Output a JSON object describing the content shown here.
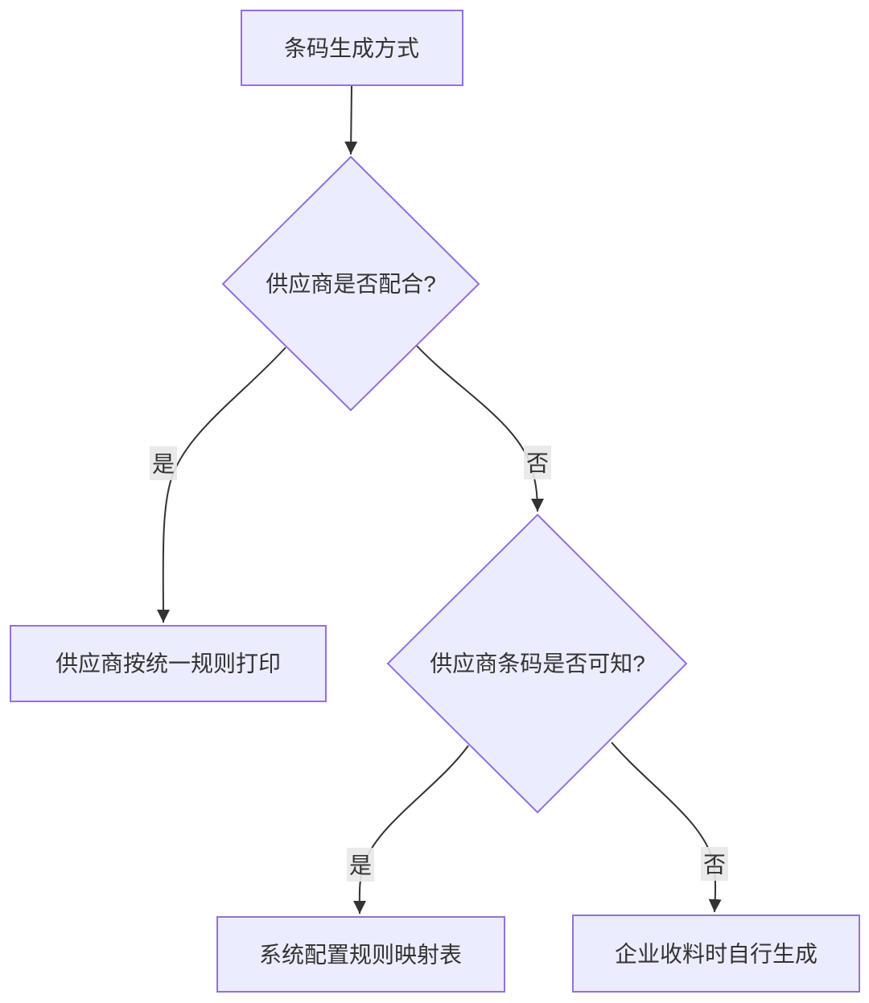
{
  "diagram": {
    "type": "flowchart",
    "direction": "top-down",
    "colors": {
      "node_fill": "#ECECFF",
      "node_border": "#9370DB",
      "edge_color": "#333333",
      "text_color": "#333333",
      "edge_label_background": "#e8e8e8",
      "canvas_background": "#ffffff"
    },
    "nodes": [
      {
        "id": "start",
        "shape": "rectangle",
        "label": "条码生成方式"
      },
      {
        "id": "q-supplier-cooperate",
        "shape": "diamond",
        "label": "供应商是否配合?"
      },
      {
        "id": "supplier-print",
        "shape": "rectangle",
        "label": "供应商按统一规则打印"
      },
      {
        "id": "q-barcode-knowable",
        "shape": "diamond",
        "label": "供应商条码是否可知?"
      },
      {
        "id": "mapping-table",
        "shape": "rectangle",
        "label": "系统配置规则映射表"
      },
      {
        "id": "self-generate",
        "shape": "rectangle",
        "label": "企业收料时自行生成"
      }
    ],
    "edges": [
      {
        "from": "start",
        "to": "q-supplier-cooperate",
        "label": ""
      },
      {
        "from": "q-supplier-cooperate",
        "to": "supplier-print",
        "label": "是"
      },
      {
        "from": "q-supplier-cooperate",
        "to": "q-barcode-knowable",
        "label": "否"
      },
      {
        "from": "q-barcode-knowable",
        "to": "mapping-table",
        "label": "是"
      },
      {
        "from": "q-barcode-knowable",
        "to": "self-generate",
        "label": "否"
      }
    ]
  }
}
